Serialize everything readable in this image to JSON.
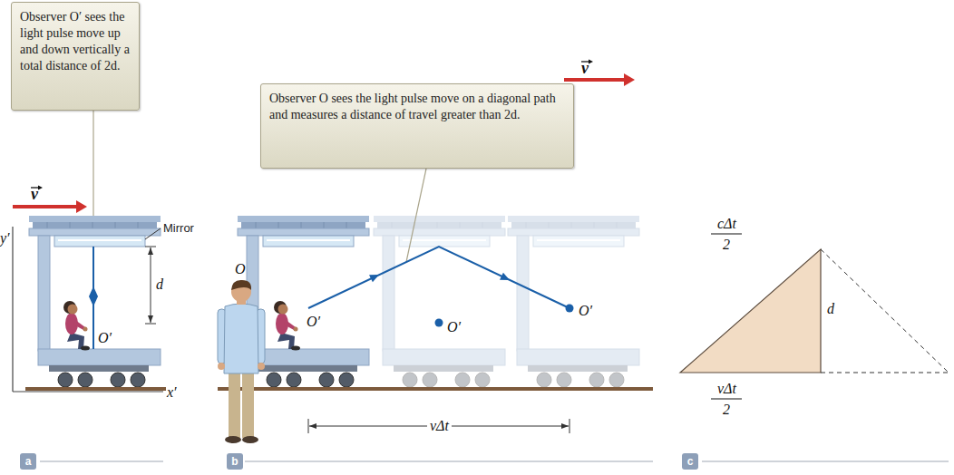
{
  "diagram": {
    "nodes": [
      {
        "text": [
          "Observer O′ sees the light pulse move up and down vertically a total distance of 2d."
        ]
      },
      {
        "text": [
          "Observer O sees the light pulse move on a diagonal path and measures a distance of travel greater than 2d."
        ]
      },
      {
        "text": [
          "a"
        ]
      },
      {
        "text": [
          "b"
        ]
      },
      {
        "text": [
          "c"
        ]
      }
    ],
    "labels": [
      "v",
      "Mirror",
      "y′",
      "d",
      "O′",
      "x′",
      "v",
      "O",
      "O′",
      "O′",
      "O′",
      "vΔt",
      "cΔt",
      "2",
      "d",
      "vΔt",
      "2"
    ]
  }
}
